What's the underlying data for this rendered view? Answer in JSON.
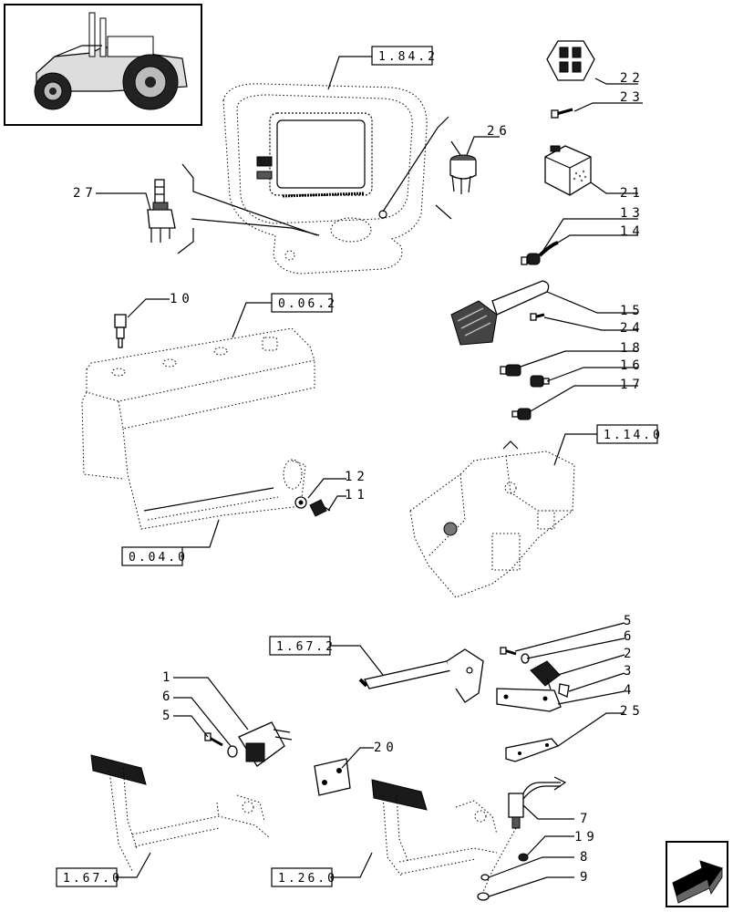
{
  "reference_boxes": [
    {
      "id": "ref-1-84-2",
      "text": "1.84.2"
    },
    {
      "id": "ref-0-06-2",
      "text": "0.06.2"
    },
    {
      "id": "ref-1-14-0",
      "text": "1.14.0"
    },
    {
      "id": "ref-0-04-0",
      "text": "0.04.0"
    },
    {
      "id": "ref-1-67-2",
      "text": "1.67.2"
    },
    {
      "id": "ref-1-67-0",
      "text": "1.67.0"
    },
    {
      "id": "ref-1-26-0",
      "text": "1.26.0"
    }
  ],
  "callouts": {
    "c22": "22",
    "c23": "23",
    "c26": "26",
    "c21": "21",
    "c27": "27",
    "c13": "13",
    "c14": "14",
    "c10": "10",
    "c15": "15",
    "c24": "24",
    "c18": "18",
    "c16": "16",
    "c17": "17",
    "c12": "12",
    "c11": "11",
    "c5a": "5",
    "c6a": "6",
    "c2": "2",
    "c3": "3",
    "c4": "4",
    "c25": "25",
    "c1": "1",
    "c6b": "6",
    "c5b": "5",
    "c20": "20",
    "c7": "7",
    "c19": "19",
    "c8": "8",
    "c9": "9"
  },
  "icons": {
    "thumbnail": "tractor-icon",
    "navigation": "next-page-arrow-icon"
  }
}
